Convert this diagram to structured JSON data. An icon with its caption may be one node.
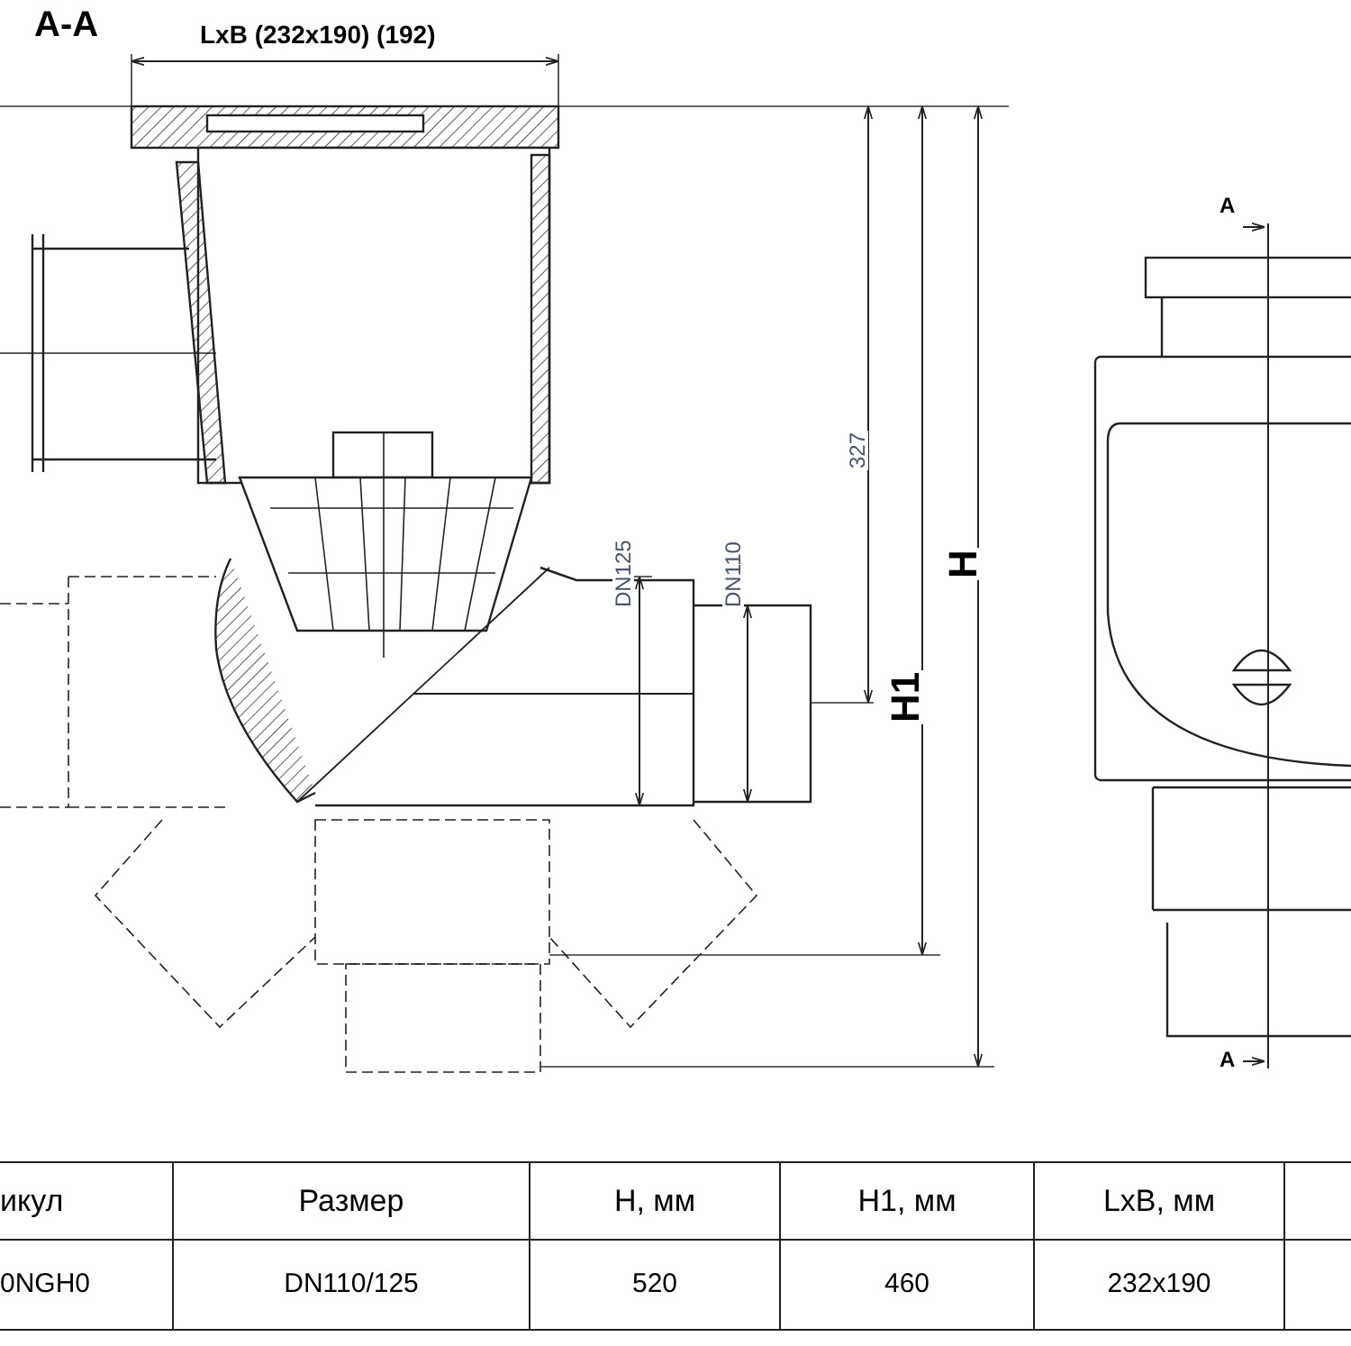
{
  "diagram": {
    "labels": [
      "A-A",
      "LxB (232x190) (192)",
      "A",
      "327",
      "H",
      "DN125",
      "DN110",
      "H1",
      "A",
      "икул",
      "Размер",
      "H, мм",
      "H1, мм",
      "LxB, мм",
      "0NGH0",
      "DN110/125",
      "520",
      "460",
      "232x190"
    ]
  }
}
